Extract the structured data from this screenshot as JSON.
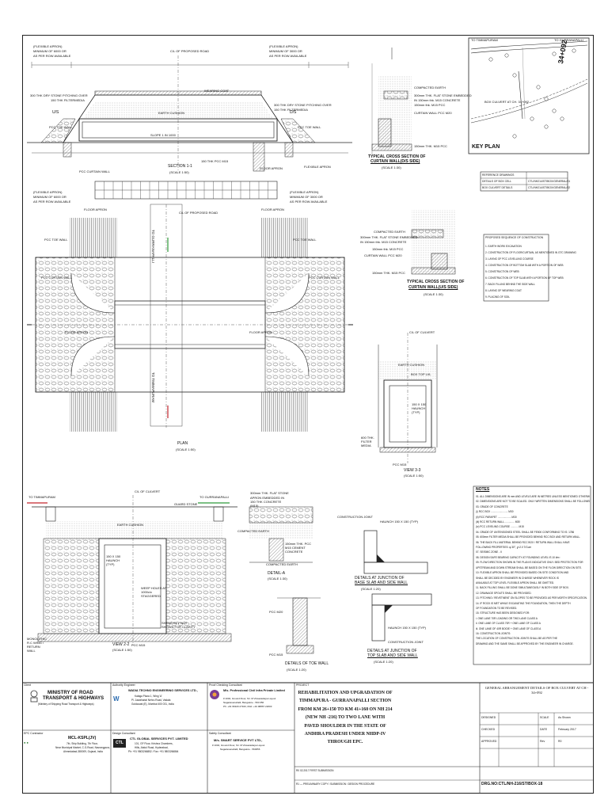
{
  "top_drawing": {
    "labels": {
      "flexible_apron_left": "(FLEXIBLE APRON)",
      "min_width_left": "MINIMUM OF 6000 OR",
      "as_per_row_left": "AS PER ROW AVAILABLE",
      "flexible_apron_right": "(FLEXIBLE APRON)",
      "min_width_right": "MINIMUM OF 3000 OR",
      "as_per_row_right": "AS PER ROW AVAILABLE",
      "cl_proposed_road": "C/L OF PROPOSED ROAD",
      "wearing_coat": "WEARING COAT",
      "dry_stone_pitching_left": "300 THK DRY STONE PITCHING OVER",
      "filter_media_left": "150 THK FILTERMEDIA",
      "dry_stone_pitching_right": "300 THK DRY STONE PITCHING OVER",
      "filter_media_right": "150 THK FILTERMEDIA",
      "us": "U/S",
      "ds": "D/S",
      "pcc_toe_wall_left": "PCC TOE WALL",
      "pcc_toe_wall_right": "PCC TOE WALL",
      "earth_cushion": "EARTH CUSHION",
      "slope": "SLOPE 1 IN 1000",
      "pcc_curtain_wall": "PCC CURTAIN WALL",
      "flexible_apron_bottom": "FLEXIBLE APRON",
      "floor_apron": "FLOOR APRON",
      "pcc_m15": "150 THK PCC M15",
      "section_title": "SECTION 1-1",
      "section_scale": "(SCALE 1:50)"
    }
  },
  "curtain_ds": {
    "compacted_earth": "COMPACTED EARTH",
    "flat_stone": "300mm THK. FLAT STONE EMBEDDED",
    "in_concrete": "IN 150mm thk. M15 CONCRETE",
    "pcc": "150mm thk. M15 PCC",
    "curtain_wall": "CURTAIN WALL PCC M20",
    "pcc_bottom": "150mm THK. M15 PCC",
    "title_line1": "TYPICAL CROSS SECTION OF",
    "title_line2": "CURTAIN WALL(D/S SIDE)",
    "scale": "(SCALE 1:30)"
  },
  "curtain_us": {
    "compacted_earth": "COMPACTED EARTH",
    "flat_stone": "300mm THK. FLAT STONE EMBEDDED",
    "in_concrete": "IN 150mm thk. M15 CONCRETE",
    "pcc": "150mm thk. M15 PCC",
    "curtain_wall": "CURTAIN WALL PCC M20",
    "pcc_bottom": "150mm THK. M15 PCC",
    "title_line1": "TYPICAL CROSS SECTION OF",
    "title_line2": "CURTAIN WALL(U/S SIDE)",
    "scale": "(SCALE 1:30)"
  },
  "key_plan": {
    "to_timmapuram": "TO TIMMAPURAM",
    "to_gurranapalli": "TO GURRANAPALLI",
    "box_culvert": "BOX CULVERT AT CH. 34+092",
    "title": "KEY PLAN",
    "chainage": "34+092"
  },
  "ref_table": {
    "rows": [
      [
        "REFERENCE DRAWINGS",
        ""
      ],
      [
        "DETAILS OF BOX CELL",
        "CTL/NH214/ST/BOX/GENERAL/01"
      ],
      [
        "BOX CULVERT DETAILS",
        "CTL/NH214/ST/BOX/GENERAL/02"
      ]
    ]
  },
  "sequence": {
    "title": "PROPOSED SEQUENCE OF CONSTRUCTION",
    "items": [
      "1. EARTH WORK EXCAVATION",
      "2. CONSTRUCTION OF FLOOR/CURTAIN, AS MENTIONED IN GTC DRAWING",
      "3. LAYING OF PCC LEVELLING COURSE",
      "4. CONSTRUCTION OF BOTTOM SLAB WITH A PORTION OF WEB",
      "5. CONSTRUCTION OF WEB",
      "6. CONSTRUCTION OF TOP SLAB WITH A PORTION OF TOP WEB",
      "7. BACK FILLING BEHIND THE SIDE WALL",
      "8. LAYING OF WEARING COAT",
      "9. PLACING OF SOIL"
    ]
  },
  "plan": {
    "flexible_apron_left": "(FLEXIBLE APRON)",
    "min_left": "MINIMUM OF 6000 OR",
    "row_left": "AS PER ROW AVAILABLE",
    "flexible_apron_right": "(FLEXIBLE APRON)",
    "min_right": "MINIMUM OF 3000 OR",
    "row_right": "AS PER ROW AVAILABLE",
    "floor_apron_left": "FLOOR APRON",
    "floor_apron_right": "FLOOR APRON",
    "cl_road": "C/L OF PROPOSED ROAD",
    "pcc_toe_left": "PCC TOE WALL",
    "pcc_toe_right": "PCC TOE WALL",
    "pcc_curtain_left": "PCC CURTAIN WALL",
    "pcc_curtain_right": "PCC CURTAIN WALL",
    "floor_apron_mid_left": "FLOOR APRON",
    "floor_apron_mid_right": "FLOOR APRON",
    "to_gurranapalli": "TO GURRANAPALLI",
    "to_timmapuram": "TO TIMMAPURAM",
    "title": "PLAN",
    "scale": "(SCALE 1:50)"
  },
  "view33": {
    "cl_culvert": "C/L OF CULVERT",
    "earth_cushion": "EARTH CUSHION",
    "box_top": "BOX TOP LVL",
    "haunch": "150 X 150 HAUNCH (TYP)",
    "filter": "600 THK. FILTER MEDIA",
    "pcc": "PCC M15",
    "title": "VIEW 3-3",
    "scale": "(SCALE 1:50)"
  },
  "view22": {
    "to_timmapuram": "TO TIMMAPURAM",
    "to_gurranapalli": "TO GURRANAPALLI",
    "cl_culvert": "C/L OF CULVERT",
    "guard_stone": "GUARD STONE",
    "earth_cushion": "EARTH CUSHION",
    "haunch": "150 X 150 HAUNCH (TYP)",
    "weep_holes": "WEEP HOLES AT 1000c/c STAGGERED",
    "shear_key": "SHEAR KEY NOT SHOWN FOR CLARITY",
    "monolithic": "MONOLITHIC R.C WING / RETURN WALL",
    "pcc_m15": "PCC M15",
    "title": "VIEW 2-2",
    "scale": "(SCALE 1:50)"
  },
  "detail_a": {
    "flat_stone": "300mm THK. FLAT STONE",
    "apron": "APRON EMBEDDED IN 150 THK CONCRETE (M15)",
    "compacted": "COMPACTED EARTH",
    "pcc_m15": "150mm THK. PCC M15 CEMENT CONCRETE",
    "compacted2": "COMPACTED EARTH",
    "title": "DETAIL-A",
    "scale": "(SCALE 1:30)"
  },
  "detail_base": {
    "construction_joint": "CONSTRUCTION JOINT",
    "haunch": "HAUNCH 150 X 150 (TYP)",
    "title_line1": "DETAILS AT JUNCTION OF",
    "title_line2": "BASE SLAB AND SIDE WALL",
    "scale": "(SCALE 1:20)"
  },
  "detail_top": {
    "haunch": "HAUNCH 150 X 150 (TYP)",
    "construction_joint": "CONSTRUCTION JOINT",
    "title_line1": "DETAILS AT JUNCTION OF",
    "title_line2": "TOP SLAB AND SIDE WALL",
    "scale": "(SCALE 1:20)"
  },
  "toe_wall": {
    "pcc_m20": "PCC M20",
    "pcc_m15": "PCC M15",
    "title": "DETAILS OF TOE WALL",
    "scale": "(SCALE 1:20)"
  },
  "notes": {
    "title": "NOTES",
    "lines": [
      "01. ALL DIMENSIONS ARE IN mm AND LEVELS ARE IN METRES UNLESS MENTIONED OTHERWISE.",
      "02. DIMENSIONS ARE NOT TO BE SCALED. ONLY WRITTEN DIMENSIONS SHALL BE FOLLOWED.",
      "03. GRADE OF CONCRETE",
      "(i) RCC BOX ........................ M30",
      "(ii) RCC PARAPET ................... M30",
      "(iii) RCC RETURN WALL .............. M30",
      "(iv) PCC LEVELING COURSE ........... M15",
      "04. GRADE OF UNTENSIONED STEEL SHALL BE FE500 CONFORMING TO IS: 1786",
      "05. 600mm FILTER MEDIA SHALL BE PROVIDED BEHIND RCC BOX AND RETURN WALL.",
      "06. THE BACK FILL MATERIAL BEHIND RCC BOX / RETURN WALL SHALL HAVE",
      "    FOLLOWING PROPERTIES: φ 30°, ɣ=2.0 T/Cum",
      "07. SEISMIC ZONE - II",
      "08. DESIGN SAFE BEARING CAPACITY AT FOUNDING LEVEL IS 10 t/m²",
      "09. FLOW DIRECTION SHOWN IN THE PLAN IS INDICATIVE ONLY. BED PROTECTION FOR",
      "    UPSTREAM AND DOWN STREAM SHALL BE BASED ON THE FLOW DIRECTION ON SITE.",
      "10. FLEXIBLE APRON SHALL BE PROVIDED BASED ON SITE CONDITION AND",
      "    SHALL BE DECIDED BY ENGINEER IN CHARGE WHENEVER ROCK IS",
      "    AVAILABLE AT TOP LEVEL FLEXIBLE APRON SHALL BE OMITTED.",
      "11. BACK FILLING SHALL BE DONE SIMULTANEOUSLY IN BOTH SIDE OF BOX.",
      "12. DRAINAGE SPOUTS SHALL BE PROVIDED.",
      "13. PITCHING / REVETMENT ON SLOPES TO BE PROVIDED AS PER MORTH SPECIFICATION.",
      "14. IF ROCK IS MET WHILE EXCAVATING THE FOUNDATION, THEN THE DEPTH",
      "    OF FOUNDATION TO BE REVISED.",
      "15. STRUCTURE HAS BEEN DESIGNED FOR:",
      "    i. ONE LANE 70R LOADING OR TWO LANE CLASS A",
      "    ii. ONE LANE OF CLASS 70R + ONE LANE OF CLASS A",
      "    iii. ONE LANE OF 40R BOGIE + ONE LANE OF CLASS A",
      "16. CONSTRUCTION JOINTS:",
      "    THE LOCATION OF CONSTRUCTION JOINTS SHALL BE AS PER THE",
      "    DRAWING AND THE SAME SHALL BE APPROVED BY THE ENGINEER IN CHARGE."
    ]
  },
  "title_block": {
    "client_label": "Client",
    "ministry_line1": "MINISTRY OF ROAD",
    "ministry_line2": "TRANSPORT & HIGHWAYS",
    "ministry_line3": "(Ministry of Shipping Road Transport & Highways)",
    "authority_label": "Authority Engineer",
    "authority_name": "WADIA TECHNO ENGINEERING SERVICES LTD.,",
    "authority_addr1": "Kalaga Plaza 1, Wing 'A'",
    "authority_addr2": "Pl. Jawaharlal Nehru Road, Vadala",
    "authority_addr3": "Goldcoast (E), Mumbai 400 031, India",
    "proof_label": "Proof Checking Consultant",
    "proof_name": "M/s. Professional Civil Infra Private Limited",
    "proof_addr1": "# 1004, Ground Floor, Sri. M Viswaradaiya Layout",
    "proof_addr2": "Nagadevanahalli, Bangalore - 560 056",
    "proof_addr3": "Ph: +91 96320 27943, Mob: +91 98867 22003",
    "epc_label": "EPC Contractor",
    "epc_name": "MCL-KSPL(JV)",
    "epc_addr1": "7th, Ship Building, 7th Floor,",
    "epc_addr2": "Near Municipal Market, C.G.Road, Navrangpura,",
    "epc_addr3": "Ahmedabad-380009, Gujarat, India",
    "design_label": "Design Consultant",
    "design_name": "CTL GLOBAL SERVICES PVT. LIMITED",
    "design_addr1": "101, GF Floor, Krishna Chambers,",
    "design_addr2": "Hills, Abdul Road, Hyderabad,",
    "design_addr3": "Ph: +91 9803266852 / Fax: +91 9803266864",
    "safety_label": "Safety Consultant",
    "safety_name": "M/s. SMART SERVICE PVT LTD.,",
    "safety_addr1": "# 1004, Ground Floor, Sri. M Viswaradaiya Layout",
    "safety_addr2": "Nagadevanahalli, Bangalore - 560056",
    "project_label": "PROJECT",
    "project_text": "REHABILITATION AND UPGRADATION OF TIMMAPURA - GURRANAPALLI SECTION FROM KM 26+150 TO KM 41+160 ON NH 214 (NEW NH -216) TO TWO LANE WITH PAVED SHOULDER IN THE STATE OF ANDHRA PRADESH UNDER NHDP-IV THROUGH EPC.",
    "drawing_title": "GENERAL ARRANGEMENT DETAILS OF BOX CULVERT AT CH - 34+092",
    "designed_label": "DESIGNED",
    "checked_label": "CHECKED",
    "approved_label": "APPROVED",
    "scale_label": "SCALE",
    "scale_value": "As Shown",
    "date_label": "DATE",
    "date_value": "February 2017",
    "rev_label": "Rev",
    "rev_value": "R0",
    "drg_no": "DRG.NO:CTL/NH-216/ST/BOX-18",
    "revision_rows": [
      "R0   02.2017   FIRST SUBMISSION",
      "R1   —   PRELIMINARY COPY / SUBMISSION / DESIGN PROCEDURE"
    ]
  }
}
